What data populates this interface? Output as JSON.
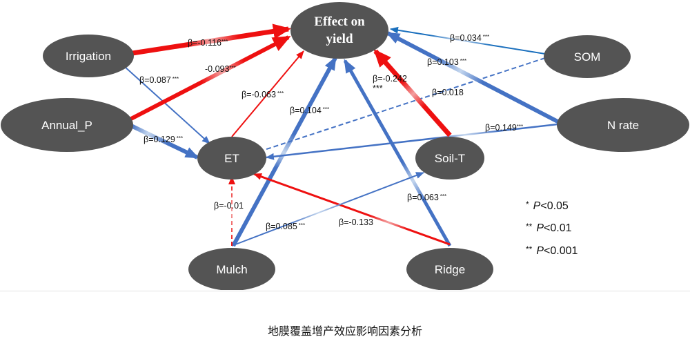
{
  "colors": {
    "node_fill": "#545454",
    "negative": "#ee1010",
    "negative_light": "#f3a0a0",
    "positive": "#4472c4",
    "positive_light": "#c4d6ee",
    "positive_alt": "#1a6fbd"
  },
  "nodes": {
    "effect": [
      "Effect on",
      "yield"
    ],
    "irrigation": "Irrigation",
    "annual_p": "Annual_P",
    "et": "ET",
    "soil_t": "Soil-T",
    "som": "SOM",
    "n_rate": "N rate",
    "mulch": "Mulch",
    "ridge": "Ridge"
  },
  "edges": {
    "irrigation_effect": "β=-0.116",
    "annual_p_effect": "-0.093",
    "irrigation_et": "β=0.087",
    "annual_p_et": "β=0.129",
    "et_effect": "β=-0.063",
    "mulch_effect": "β=0.104",
    "soil_t_effect": [
      "β=-0.242",
      "***"
    ],
    "som_effect": "β=0.034",
    "n_rate_effect": "β=0.103",
    "som_et": "β=0.018",
    "n_rate_et": "β=0.149",
    "mulch_et": "β=-0.01",
    "mulch_soil_t": "β=0.085",
    "ridge_et": "β=-0.133",
    "ridge_effect": "β=0.063",
    "sig": "***"
  },
  "legend": [
    {
      "stars": "*",
      "p": "P",
      "value": "<0.05"
    },
    {
      "stars": "**",
      "p": "P",
      "value": "<0.01"
    },
    {
      "stars": "**",
      "p": "P",
      "value": "<0.001"
    }
  ],
  "caption": "地膜覆盖增产效应影响因素分析"
}
